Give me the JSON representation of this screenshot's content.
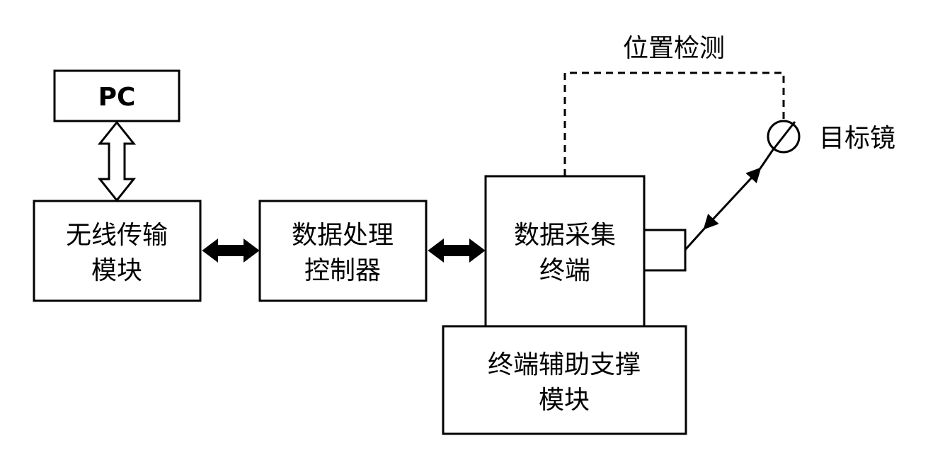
{
  "nodes": {
    "pc": {
      "label": "PC"
    },
    "wireless": {
      "line1": "无线传输",
      "line2": "模块"
    },
    "processor": {
      "line1": "数据处理",
      "line2": "控制器"
    },
    "terminal": {
      "line1": "数据采集",
      "line2": "终端"
    },
    "support": {
      "line1": "终端辅助支撑",
      "line2": "模块"
    },
    "target": {
      "label": "目标镜"
    }
  },
  "edges": {
    "position_detection": {
      "label": "位置检测"
    }
  }
}
